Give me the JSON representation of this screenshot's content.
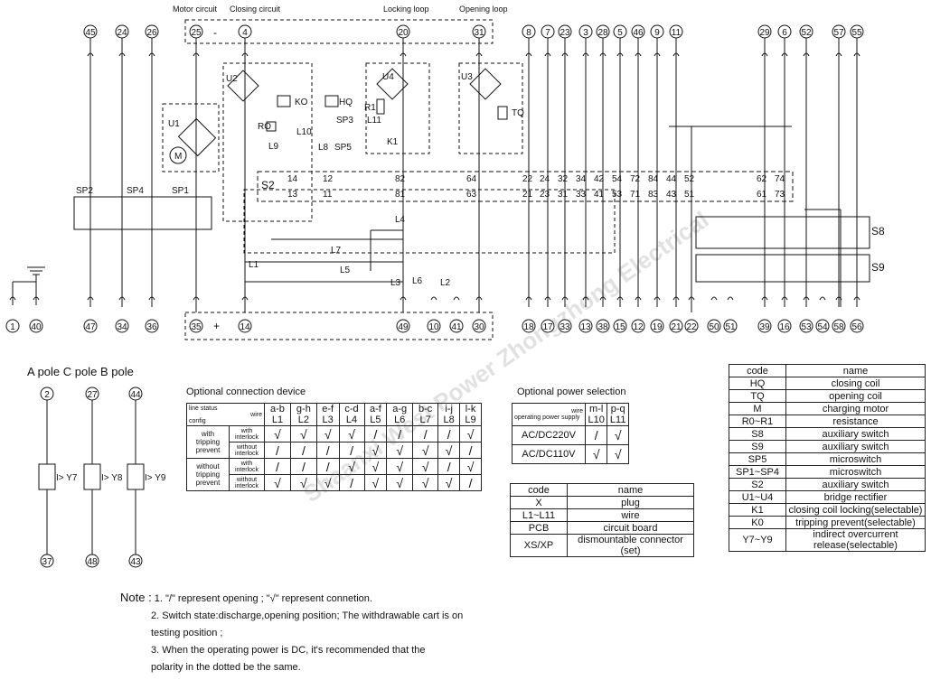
{
  "header_labels": {
    "motor_circuit": "Motor circuit",
    "closing_circuit": "Closing  circuit",
    "locking_loop": "Locking loop",
    "opening_loop": "Opening loop"
  },
  "terminals_top": [
    "45",
    "24",
    "26",
    "25",
    "4",
    "20",
    "31",
    "8",
    "7",
    "23",
    "3",
    "28",
    "5",
    "46",
    "9",
    "11",
    "29",
    "6",
    "52",
    "57",
    "55"
  ],
  "terminals_bottom": [
    "1",
    "40",
    "47",
    "34",
    "36",
    "35",
    "14",
    "49",
    "10",
    "41",
    "30",
    "18",
    "17",
    "33",
    "13",
    "38",
    "15",
    "12",
    "19",
    "21",
    "22",
    "50",
    "51",
    "39",
    "16",
    "53",
    "54",
    "58",
    "56"
  ],
  "supply_signs": {
    "minus": "-",
    "plus": "+"
  },
  "components": {
    "u1": "U1",
    "u2": "U2",
    "u3": "U3",
    "u4": "U4",
    "m": "M",
    "hq": "HQ",
    "ko": "KO",
    "ro": "RO",
    "r1": "R1",
    "tq": "TQ",
    "k1": "K1",
    "sp1": "SP1",
    "sp2": "SP2",
    "sp3": "SP3",
    "sp4": "SP4",
    "sp5": "SP5",
    "s2": "S2",
    "s8": "S8",
    "s9": "S9"
  },
  "wire_labels": [
    "L1",
    "L2",
    "L3",
    "L4",
    "L5",
    "L6",
    "L7",
    "L8",
    "L9",
    "L10",
    "L11"
  ],
  "s2_contacts_top": [
    "14",
    "12",
    "82",
    "64",
    "22",
    "24",
    "32",
    "34",
    "42",
    "54",
    "72",
    "84",
    "44",
    "52",
    "62",
    "74"
  ],
  "s2_contacts_bottom": [
    "13",
    "11",
    "81",
    "63",
    "21",
    "23",
    "31",
    "33",
    "41",
    "53",
    "71",
    "83",
    "43",
    "51",
    "61",
    "73"
  ],
  "pole_section": {
    "title": "A  pole  C pole  B pole",
    "poles": [
      {
        "top": "2",
        "bottom": "37",
        "relay": "I> Y7"
      },
      {
        "top": "27",
        "bottom": "48",
        "relay": "I> Y8"
      },
      {
        "top": "44",
        "bottom": "43",
        "relay": "I> Y9"
      }
    ]
  },
  "optional_connection": {
    "title": "Optional connection device",
    "header_left_top": "line status",
    "header_left_wire": "wire",
    "header_left_bottom": "config",
    "columns": [
      {
        "top": "a-b",
        "bottom": "L1"
      },
      {
        "top": "g-h",
        "bottom": "L2"
      },
      {
        "top": "e-f",
        "bottom": "L3"
      },
      {
        "top": "c-d",
        "bottom": "L4"
      },
      {
        "top": "a-f",
        "bottom": "L5"
      },
      {
        "top": "a-g",
        "bottom": "L6"
      },
      {
        "top": "b-c",
        "bottom": "L7"
      },
      {
        "top": "i-j",
        "bottom": "L8"
      },
      {
        "top": "l-k",
        "bottom": "L9"
      }
    ],
    "groups": [
      "with tripping prevent",
      "without tripping prevent"
    ],
    "rows": [
      {
        "sub": "with interlock",
        "marks": [
          "√",
          "√",
          "√",
          "√",
          "/",
          "/",
          "/",
          "/",
          "√"
        ]
      },
      {
        "sub": "without interlock",
        "marks": [
          "/",
          "/",
          "/",
          "/",
          "√",
          "√",
          "√",
          "√",
          "/"
        ]
      },
      {
        "sub": "with interlock",
        "marks": [
          "/",
          "/",
          "/",
          "√",
          "√",
          "√",
          "√",
          "/",
          "√"
        ]
      },
      {
        "sub": "without interlock",
        "marks": [
          "√",
          "√",
          "√",
          "/",
          "√",
          "√",
          "√",
          "√",
          "/"
        ]
      }
    ]
  },
  "optional_power": {
    "title": "Optional power selection",
    "header_left_top": "operating power supply",
    "header_left_wire": "wire",
    "columns": [
      {
        "top": "m-l",
        "bottom": "L10"
      },
      {
        "top": "p-q",
        "bottom": "L11"
      }
    ],
    "rows": [
      {
        "label": "AC/DC220V",
        "marks": [
          "/",
          "√"
        ]
      },
      {
        "label": "AC/DC110V",
        "marks": [
          "√",
          "√"
        ]
      }
    ]
  },
  "code_table_small": {
    "headers": [
      "code",
      "name"
    ],
    "rows": [
      [
        "X",
        "plug"
      ],
      [
        "L1~L11",
        "wire"
      ],
      [
        "PCB",
        "circuit board"
      ],
      [
        "XS/XP",
        "dismountable connector  (set)"
      ]
    ]
  },
  "code_table_main": {
    "headers": [
      "code",
      "name"
    ],
    "rows": [
      [
        "HQ",
        "closing coil"
      ],
      [
        "TQ",
        "opening coil"
      ],
      [
        "M",
        "charging motor"
      ],
      [
        "R0~R1",
        "resistance"
      ],
      [
        "S8",
        "auxiliary switch"
      ],
      [
        "S9",
        "auxiliary switch"
      ],
      [
        "SP5",
        "microswitch"
      ],
      [
        "SP1~SP4",
        "microswitch"
      ],
      [
        "S2",
        "auxiliary switch"
      ],
      [
        "U1~U4",
        "bridge rectifier"
      ],
      [
        "K1",
        "closing coil locking(selectable)"
      ],
      [
        "K0",
        "tripping prevent(selectable)"
      ],
      [
        "Y7~Y9",
        "indirect overcurrent release(selectable)"
      ]
    ]
  },
  "notes": {
    "label": "Note :",
    "items": [
      "1.  \"/\" represent opening ; \"√\" represent connetion.",
      "2. Switch state:discharge,opening position;  The withdrawable  cart is on testing position ;",
      "3. When the operating power is DC, it's recommended that the polarity in the dotted be the same."
    ]
  },
  "watermark": "Shaanxi West Power Zhongzhong Electrical"
}
